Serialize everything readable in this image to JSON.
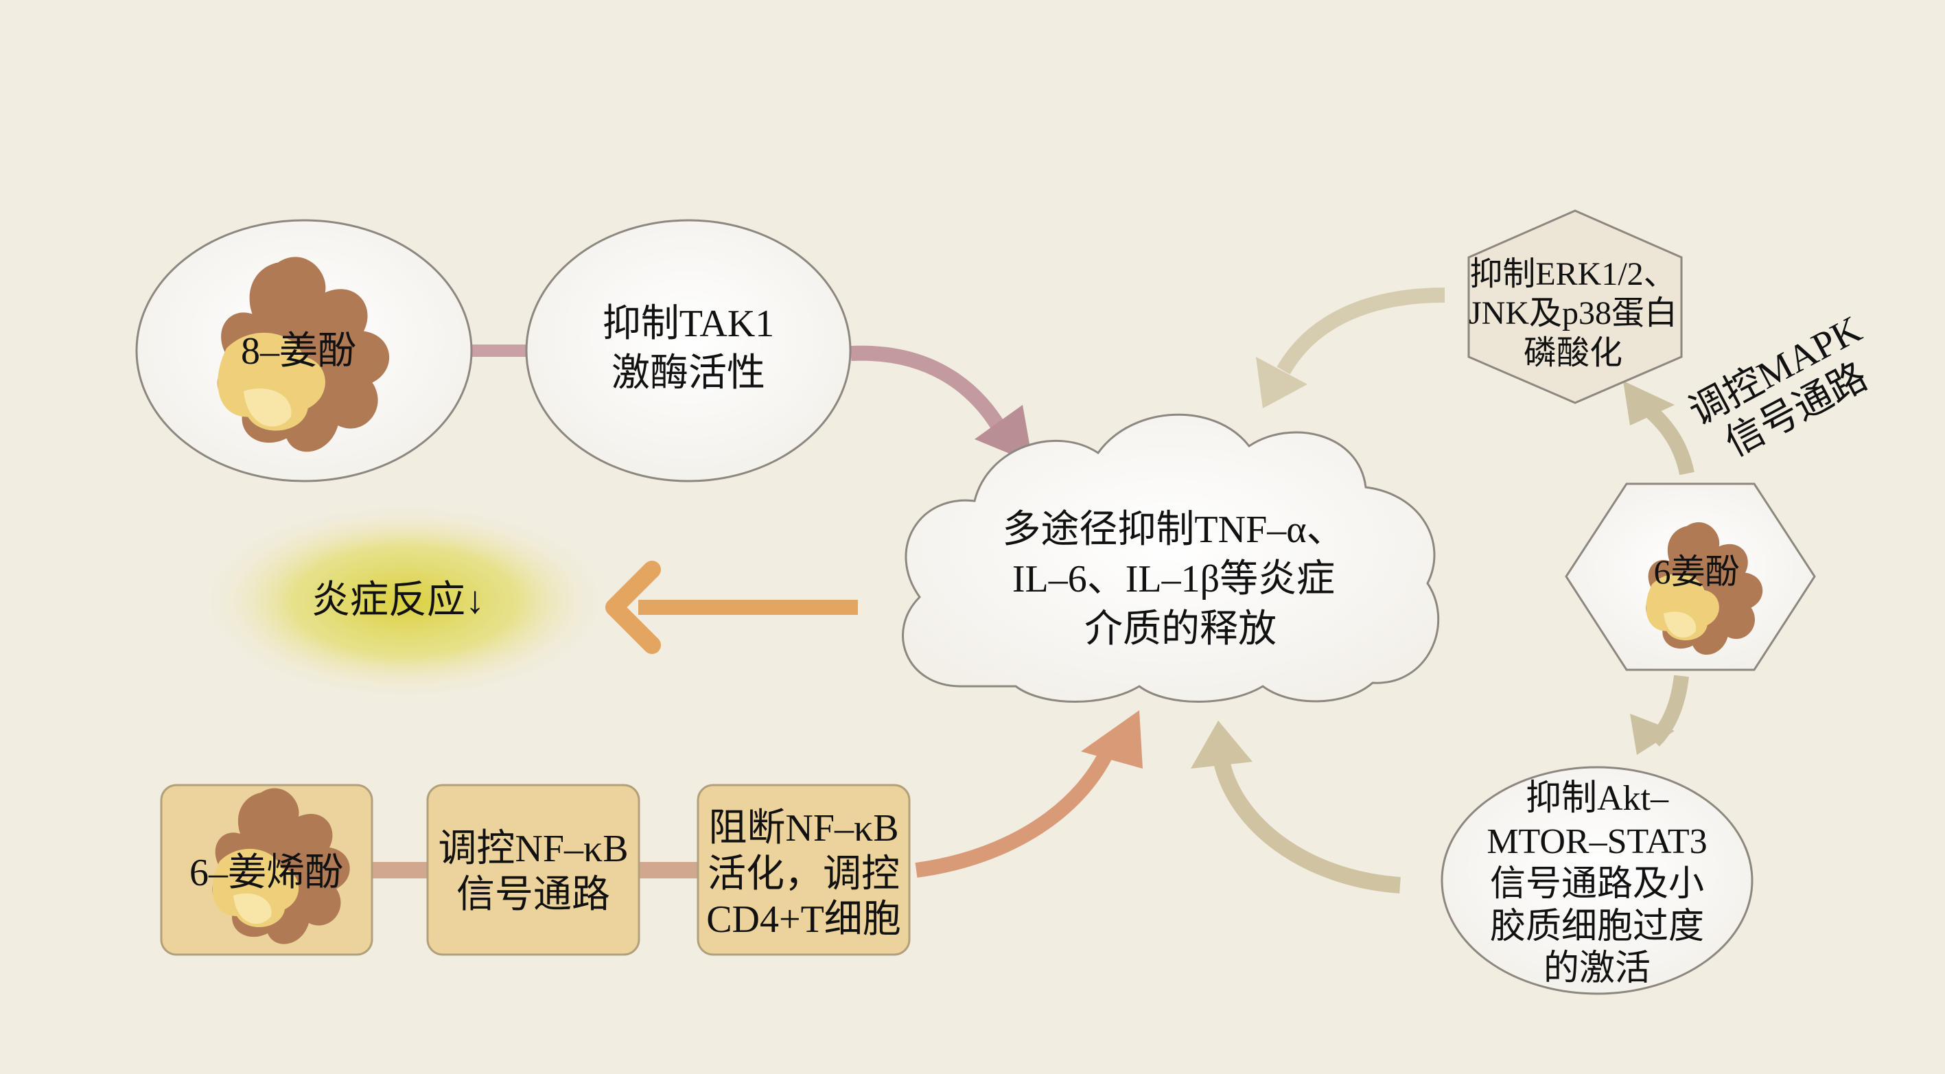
{
  "nodes": {
    "gingerol8": "8–姜酚",
    "tak1": [
      "抑制TAK1",
      "激酶活性"
    ],
    "cloud": [
      "多途径抑制TNF–α、",
      "IL–6、IL–1β等炎症",
      "介质的释放"
    ],
    "inflammation": "炎症反应↓",
    "shogaol6": "6–姜烯酚",
    "nfkb_regulate": [
      "调控NF–κB",
      "信号通路"
    ],
    "nfkb_block": [
      "阻断NF–κB",
      "活化，调控",
      "CD4+T细胞"
    ],
    "gingerol6": "6姜酚",
    "erk": [
      "抑制ERK1/2、",
      "JNK及p38蛋白",
      "磷酸化"
    ],
    "mapk_label": [
      "调控MAPK",
      "信号通路"
    ],
    "akt": [
      "抑制Akt–",
      "MTOR–STAT3",
      "信号通路及小",
      "胶质细胞过度",
      "的激活"
    ]
  },
  "colors": {
    "background": "#f1ede0",
    "pink_arrow": "#c29aa0",
    "orange_arrow": "#e4a560",
    "salmon_arrow": "#d99a78",
    "beige_arrow": "#cfc3a2",
    "box_fill": "#ecd39c",
    "glow": "#d6cf3c"
  }
}
